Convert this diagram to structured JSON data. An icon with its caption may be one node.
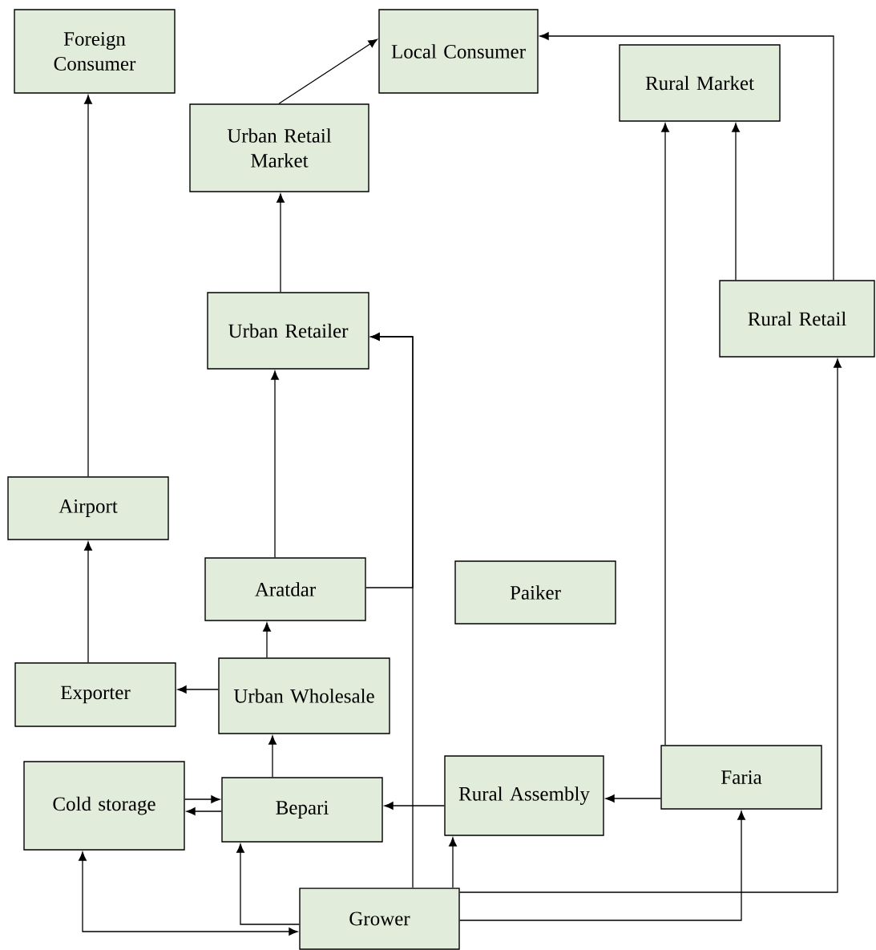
{
  "diagram": {
    "nodes": [
      {
        "text": [
          "Foreign Consumer"
        ]
      },
      {
        "text": [
          "Local Consumer"
        ]
      },
      {
        "text": [
          "Rural Market"
        ]
      },
      {
        "text": [
          "Urban Retail Market"
        ]
      },
      {
        "text": [
          "Urban Retailer"
        ]
      },
      {
        "text": [
          "Rural Retail"
        ]
      },
      {
        "text": [
          "Airport"
        ]
      },
      {
        "text": [
          "Aratdar"
        ]
      },
      {
        "text": [
          "Paiker"
        ]
      },
      {
        "text": [
          "Exporter"
        ]
      },
      {
        "text": [
          "Urban Wholesale"
        ]
      },
      {
        "text": [
          "Cold storage"
        ]
      },
      {
        "text": [
          "Bepari"
        ]
      },
      {
        "text": [
          "Rural Assembly"
        ]
      },
      {
        "text": [
          "Faria"
        ]
      },
      {
        "text": [
          "Grower"
        ]
      }
    ],
    "edges": [
      {
        "from": 6,
        "to": 0,
        "arrow": "to"
      },
      {
        "from": 9,
        "to": 6,
        "arrow": "to"
      },
      {
        "from": 10,
        "to": 9,
        "arrow": "to"
      },
      {
        "from": 10,
        "to": 7,
        "arrow": "to"
      },
      {
        "from": 12,
        "to": 10,
        "arrow": "to"
      },
      {
        "from": 7,
        "to": 4,
        "arrow": "to"
      },
      {
        "from": 4,
        "to": 3,
        "arrow": "to"
      },
      {
        "from": 3,
        "to": 1,
        "arrow": "to"
      },
      {
        "from": 5,
        "to": 2,
        "arrow": "to"
      },
      {
        "from": 5,
        "to": 1,
        "arrow": "to"
      },
      {
        "from": 14,
        "to": 2,
        "arrow": "to"
      },
      {
        "from": 14,
        "to": 13,
        "arrow": "to"
      },
      {
        "from": 13,
        "to": 12,
        "arrow": "to"
      },
      {
        "from": 12,
        "to": 11,
        "arrow": "to"
      },
      {
        "from": 11,
        "to": 12,
        "arrow": "to"
      },
      {
        "from": 15,
        "to": 11,
        "arrow": "both"
      },
      {
        "from": 15,
        "to": 12,
        "arrow": "to"
      },
      {
        "from": 15,
        "to": 13,
        "arrow": "to"
      },
      {
        "from": 15,
        "to": 14,
        "arrow": "to"
      },
      {
        "from": 15,
        "to": 5,
        "arrow": "to"
      },
      {
        "from": 15,
        "to": 4,
        "arrow": "to"
      },
      {
        "from": 7,
        "to": 4,
        "arrow": "to"
      }
    ]
  }
}
